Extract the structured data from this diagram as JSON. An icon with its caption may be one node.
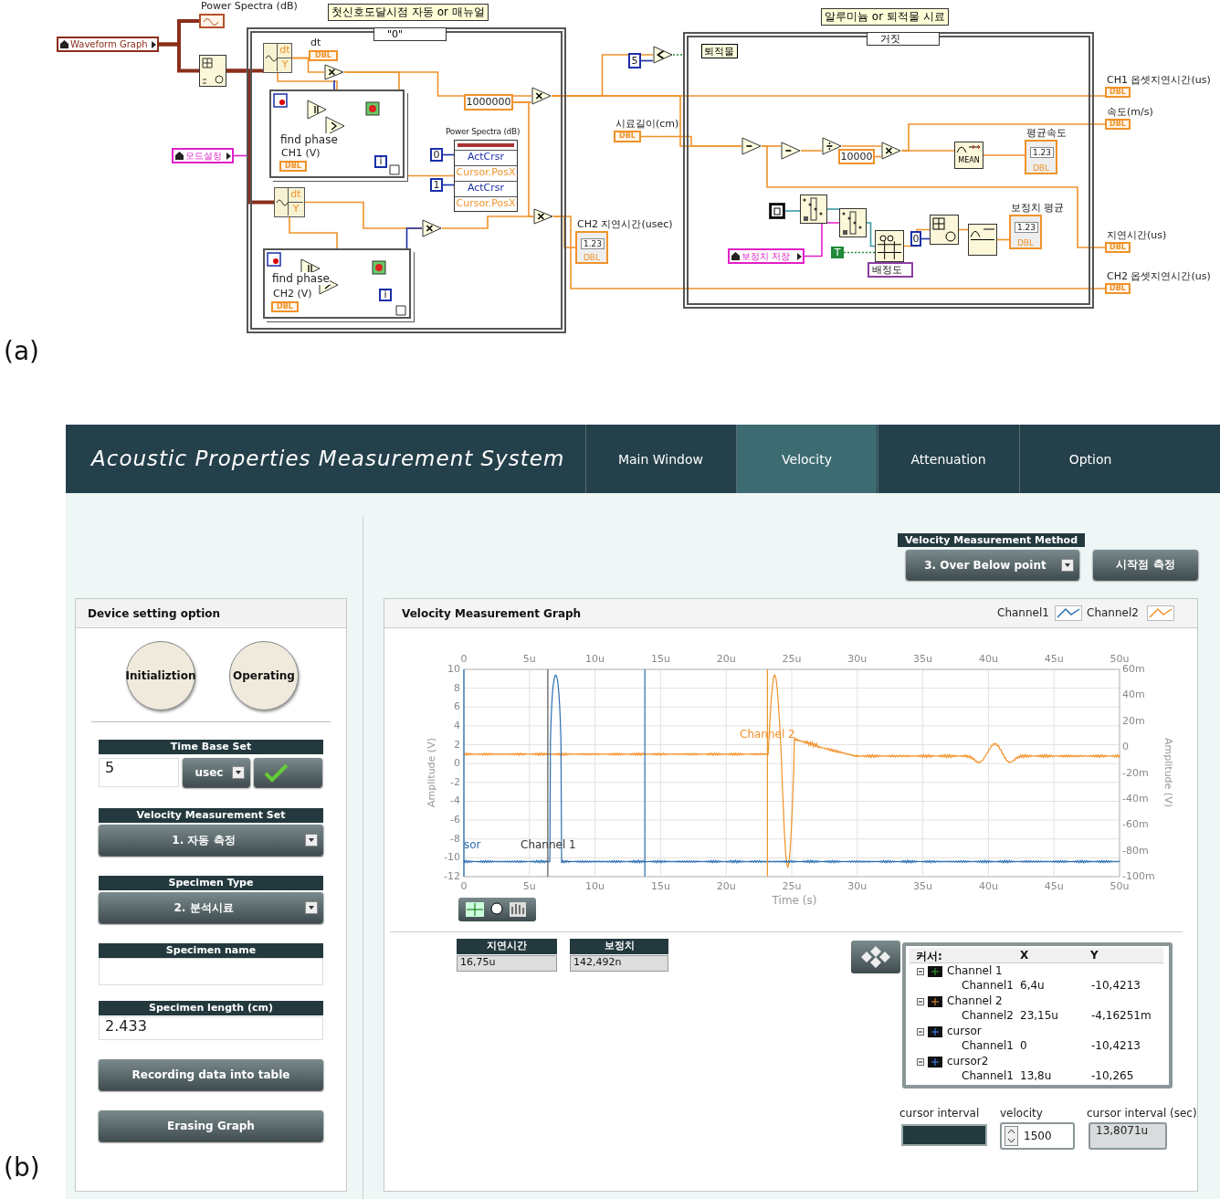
{
  "diagram": {
    "nodes": [
      {
        "text": [
          "Waveform Graph"
        ]
      },
      {
        "text": [
          "Power Spectra (dB)"
        ]
      },
      {
        "text": [],
        "shape": "box"
      },
      {
        "text": [
          "첫신호도달시점 자동 or 매뉴얼",
          "\"0\""
        ]
      },
      {
        "text": [
          "모드설정"
        ]
      },
      {
        "text": [
          "dt",
          "Y"
        ],
        "in": 3
      },
      {
        "text": [
          "dt",
          "DBL"
        ],
        "in": 3
      },
      {
        "text": [],
        "shape": "triangle",
        "in": 3
      },
      {
        "text": [
          "find phase"
        ],
        "in": 3
      },
      {
        "text": [
          "CH1 (V)",
          "DBL"
        ],
        "in": 8
      },
      {
        "text": [
          "i"
        ],
        "in": 8
      },
      {
        "text": [
          "dt",
          "Y"
        ],
        "in": 3
      },
      {
        "text": [
          "find phase"
        ],
        "in": 3
      },
      {
        "text": [
          "CH2 (V)",
          "DBL"
        ],
        "in": 12
      },
      {
        "text": [
          "i"
        ],
        "in": 12
      },
      {
        "text": [],
        "shape": "triangle",
        "in": 3
      },
      {
        "text": [
          "1000000"
        ],
        "in": 3
      },
      {
        "text": [],
        "shape": "triangle",
        "in": 3
      },
      {
        "text": [
          "0"
        ],
        "in": 3
      },
      {
        "text": [
          "1"
        ],
        "in": 3
      },
      {
        "text": [
          "Power Spectra (dB)",
          "ActCrsr",
          "Cursor.PosX",
          "ActCrsr",
          "Cursor.PosX"
        ],
        "in": 3
      },
      {
        "text": [],
        "shape": "triangle",
        "in": 3
      },
      {
        "text": [
          "5"
        ]
      },
      {
        "text": [],
        "shape": "triangle"
      },
      {
        "text": [
          "CH2 지연시간(usec)",
          "1.23",
          "DBL"
        ]
      },
      {
        "text": [
          "시료길이(cm)",
          "DBL"
        ]
      },
      {
        "text": [
          "알루미늄 or 퇴적물 시료",
          "거짓"
        ]
      },
      {
        "text": [
          "퇴적물"
        ],
        "in": 26
      },
      {
        "text": [],
        "shape": "triangle",
        "in": 26
      },
      {
        "text": [],
        "shape": "triangle",
        "in": 26
      },
      {
        "text": [],
        "shape": "triangle",
        "in": 26
      },
      {
        "text": [
          "10000"
        ],
        "in": 26
      },
      {
        "text": [],
        "shape": "triangle",
        "in": 26
      },
      {
        "text": [
          "MEAN"
        ],
        "in": 26
      },
      {
        "text": [
          "평균속도",
          "1.23",
          "DBL"
        ],
        "in": 26
      },
      {
        "text": [],
        "shape": "box",
        "in": 26
      },
      {
        "text": [],
        "shape": "box",
        "in": 26
      },
      {
        "text": [],
        "shape": "box",
        "in": 26
      },
      {
        "text": [
          "보정치 저장"
        ],
        "in": 26
      },
      {
        "text": [
          "T"
        ],
        "in": 26
      },
      {
        "text": [],
        "shape": "box",
        "in": 26
      },
      {
        "text": [
          "배정도"
        ],
        "in": 26
      },
      {
        "text": [
          "0"
        ],
        "in": 26
      },
      {
        "text": [],
        "shape": "box",
        "in": 26
      },
      {
        "text": [],
        "shape": "box",
        "in": 26
      },
      {
        "text": [
          "보정치 평균",
          "1.23",
          "DBL"
        ],
        "in": 26
      },
      {
        "text": [
          "CH1 옵셋지연시간(us)",
          "DBL"
        ]
      },
      {
        "text": [
          "속도(m/s)",
          "DBL"
        ]
      },
      {
        "text": [
          "지연시간(us)",
          "DBL"
        ]
      },
      {
        "text": [
          "CH2 옵셋지연시간(us)",
          "DBL"
        ]
      }
    ],
    "edges": [
      {
        "from": 0,
        "to": 1,
        "arrow": "none",
        "style": "thick",
        "color": "#8b2e1a"
      },
      {
        "from": 0,
        "to": 2,
        "arrow": "none",
        "style": "thick",
        "color": "#8b2e1a"
      },
      {
        "from": 2,
        "to": 5,
        "arrow": "none",
        "style": "thick",
        "color": "#8b2e1a"
      },
      {
        "from": 2,
        "to": 11,
        "arrow": "none",
        "style": "thick",
        "color": "#8b2e1a"
      },
      {
        "from": 4,
        "to": 3,
        "arrow": "none",
        "color": "#e020c8"
      },
      {
        "from": 5,
        "to": 6,
        "arrow": "none"
      },
      {
        "from": 5,
        "to": 7,
        "arrow": "none"
      },
      {
        "from": 5,
        "to": 8,
        "arrow": "none"
      },
      {
        "from": 10,
        "to": 7,
        "arrow": "none",
        "color": "#1b2fa8"
      },
      {
        "from": 11,
        "to": 12,
        "arrow": "none"
      },
      {
        "from": 11,
        "to": 15,
        "arrow": "none"
      },
      {
        "from": 14,
        "to": 15,
        "arrow": "none",
        "color": "#1b2fa8"
      },
      {
        "from": 7,
        "to": 17,
        "arrow": "none"
      },
      {
        "from": 16,
        "to": 17,
        "arrow": "none"
      },
      {
        "from": 16,
        "to": 21,
        "arrow": "none"
      },
      {
        "from": 15,
        "to": 21,
        "arrow": "none"
      },
      {
        "from": 18,
        "to": 20,
        "arrow": "none",
        "color": "#1b2fa8"
      },
      {
        "from": 19,
        "to": 20,
        "arrow": "none",
        "color": "#1b2fa8"
      },
      {
        "from": 7,
        "to": 20,
        "arrow": "none"
      },
      {
        "from": 17,
        "to": 23,
        "arrow": "none"
      },
      {
        "from": 22,
        "to": 23,
        "arrow": "none",
        "color": "#1b2fa8"
      },
      {
        "from": 23,
        "to": 26,
        "arrow": "none",
        "style": "dashed",
        "color": "#1f8a3a"
      },
      {
        "from": 21,
        "to": 24,
        "arrow": "none"
      },
      {
        "from": 25,
        "to": 28,
        "arrow": "none"
      },
      {
        "from": 17,
        "to": 28,
        "arrow": "none"
      },
      {
        "from": 17,
        "to": 46,
        "arrow": "none"
      },
      {
        "from": 21,
        "to": 49,
        "arrow": "none"
      },
      {
        "from": 28,
        "to": 29,
        "arrow": "none"
      },
      {
        "from": 29,
        "to": 30,
        "arrow": "none"
      },
      {
        "from": 30,
        "to": 32,
        "arrow": "none"
      },
      {
        "from": 31,
        "to": 32,
        "arrow": "none"
      },
      {
        "from": 32,
        "to": 33,
        "arrow": "none"
      },
      {
        "from": 33,
        "to": 34,
        "arrow": "none"
      },
      {
        "from": 32,
        "to": 47,
        "arrow": "none"
      },
      {
        "from": 35,
        "to": 36,
        "arrow": "none",
        "color": "#3a9aa0"
      },
      {
        "from": 36,
        "to": 37,
        "arrow": "none",
        "color": "#3a9aa0"
      },
      {
        "from": 37,
        "to": 40,
        "arrow": "none",
        "color": "#3a9aa0"
      },
      {
        "from": 38,
        "to": 37,
        "arrow": "none",
        "color": "#e020c8"
      },
      {
        "from": 39,
        "to": 40,
        "arrow": "none",
        "style": "dashed",
        "color": "#1f8a3a"
      },
      {
        "from": 40,
        "to": 43,
        "arrow": "none"
      },
      {
        "from": 42,
        "to": 43,
        "arrow": "none",
        "color": "#1b2fa8"
      },
      {
        "from": 43,
        "to": 44,
        "arrow": "none"
      },
      {
        "from": 44,
        "to": 45,
        "arrow": "none"
      },
      {
        "from": 28,
        "to": 48,
        "arrow": "none"
      }
    ],
    "labels": [
      "(a)",
      "Acoustic Properties Measurement System",
      "Main Window",
      "Velocity",
      "Attenuation",
      "Option",
      "Velocity Measurement Method",
      "3. Over Below point",
      "시작점 측정",
      "Device setting option",
      "Velocity Measurement Graph",
      "Initializtion",
      "Operating",
      "Time Base Set",
      "5",
      "usec",
      "Velocity Measurement Set",
      "1. 자동 측정",
      "Specimen Type",
      "2. 분석시료",
      "Specimen name",
      "Specimen length (cm)",
      "2.433",
      "Recording data into table",
      "Erasing Graph",
      "0",
      "5u",
      "10u",
      "15u",
      "20u",
      "25u",
      "30u",
      "35u",
      "40u",
      "45u",
      "50u",
      "10",
      "8",
      "6",
      "4",
      "2",
      "0",
      "-2",
      "-4",
      "-6",
      "-8",
      "-10",
      "-12",
      "60m",
      "40m",
      "20m",
      "0",
      "-20m",
      "-40m",
      "-60m",
      "-80m",
      "-100m",
      "Amplitude (V)",
      "Amplitude (V)",
      "Channel 2",
      "sor",
      "Channel 1",
      "0",
      "5u",
      "10u",
      "15u",
      "20u",
      "25u",
      "30u",
      "35u",
      "40u",
      "45u",
      "50u",
      "Time (s)",
      "지연시간",
      "16,75u",
      "보정치",
      "142,492n",
      "커서:",
      "X",
      "Y",
      "Channel 1",
      "Channel1",
      "6,4u",
      "-10,4213",
      "Channel 2",
      "Channel2",
      "23,15u",
      "-4,16251m",
      "cursor",
      "Channel1",
      "0",
      "-10,4213",
      "cursor2",
      "Channel1",
      "13,8u",
      "-10,265",
      "cursor interval",
      "velocity",
      "cursor interval (sec)",
      "1500",
      "13,8071u",
      "(b)"
    ],
    "legend": [
      {
        "text": "Channel1"
      },
      {
        "text": "Channel2"
      }
    ]
  }
}
